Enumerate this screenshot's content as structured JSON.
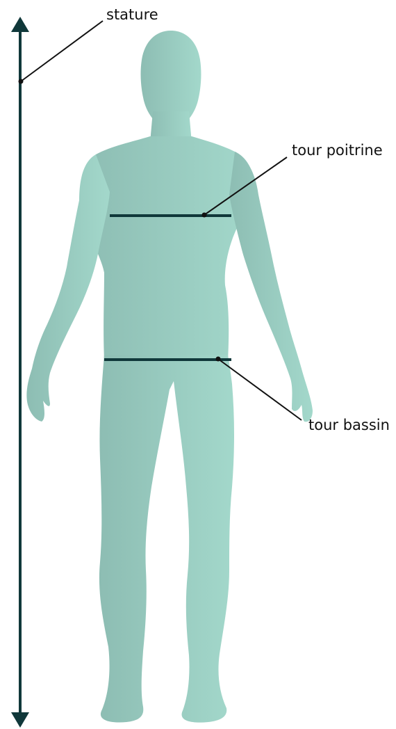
{
  "labels": {
    "stature": "stature",
    "chest": "tour poitrine",
    "hip": "tour bassin"
  },
  "colors": {
    "body_left": "#8dbdb3",
    "body_right": "#a3d8cb",
    "line": "#10383a",
    "leader": "#111111"
  }
}
